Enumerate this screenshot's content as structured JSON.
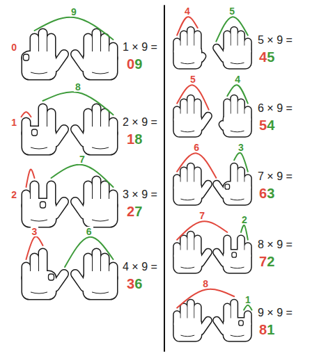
{
  "diagram": {
    "labels": [
      "0",
      "9",
      "1 × 9 =",
      "0",
      "9",
      "1",
      "8",
      "2 × 9 =",
      "1",
      "8",
      "2",
      "7",
      "3 × 9 =",
      "2",
      "7",
      "3",
      "6",
      "4 × 9 =",
      "3",
      "6",
      "4",
      "5",
      "5 × 9 =",
      "4",
      "5",
      "5",
      "4",
      "6 × 9 =",
      "5",
      "4",
      "6",
      "3",
      "7 × 9 =",
      "6",
      "3",
      "7",
      "2",
      "8 × 9 =",
      "7",
      "2",
      "8",
      "1",
      "9 × 9 =",
      "8",
      "1"
    ]
  }
}
